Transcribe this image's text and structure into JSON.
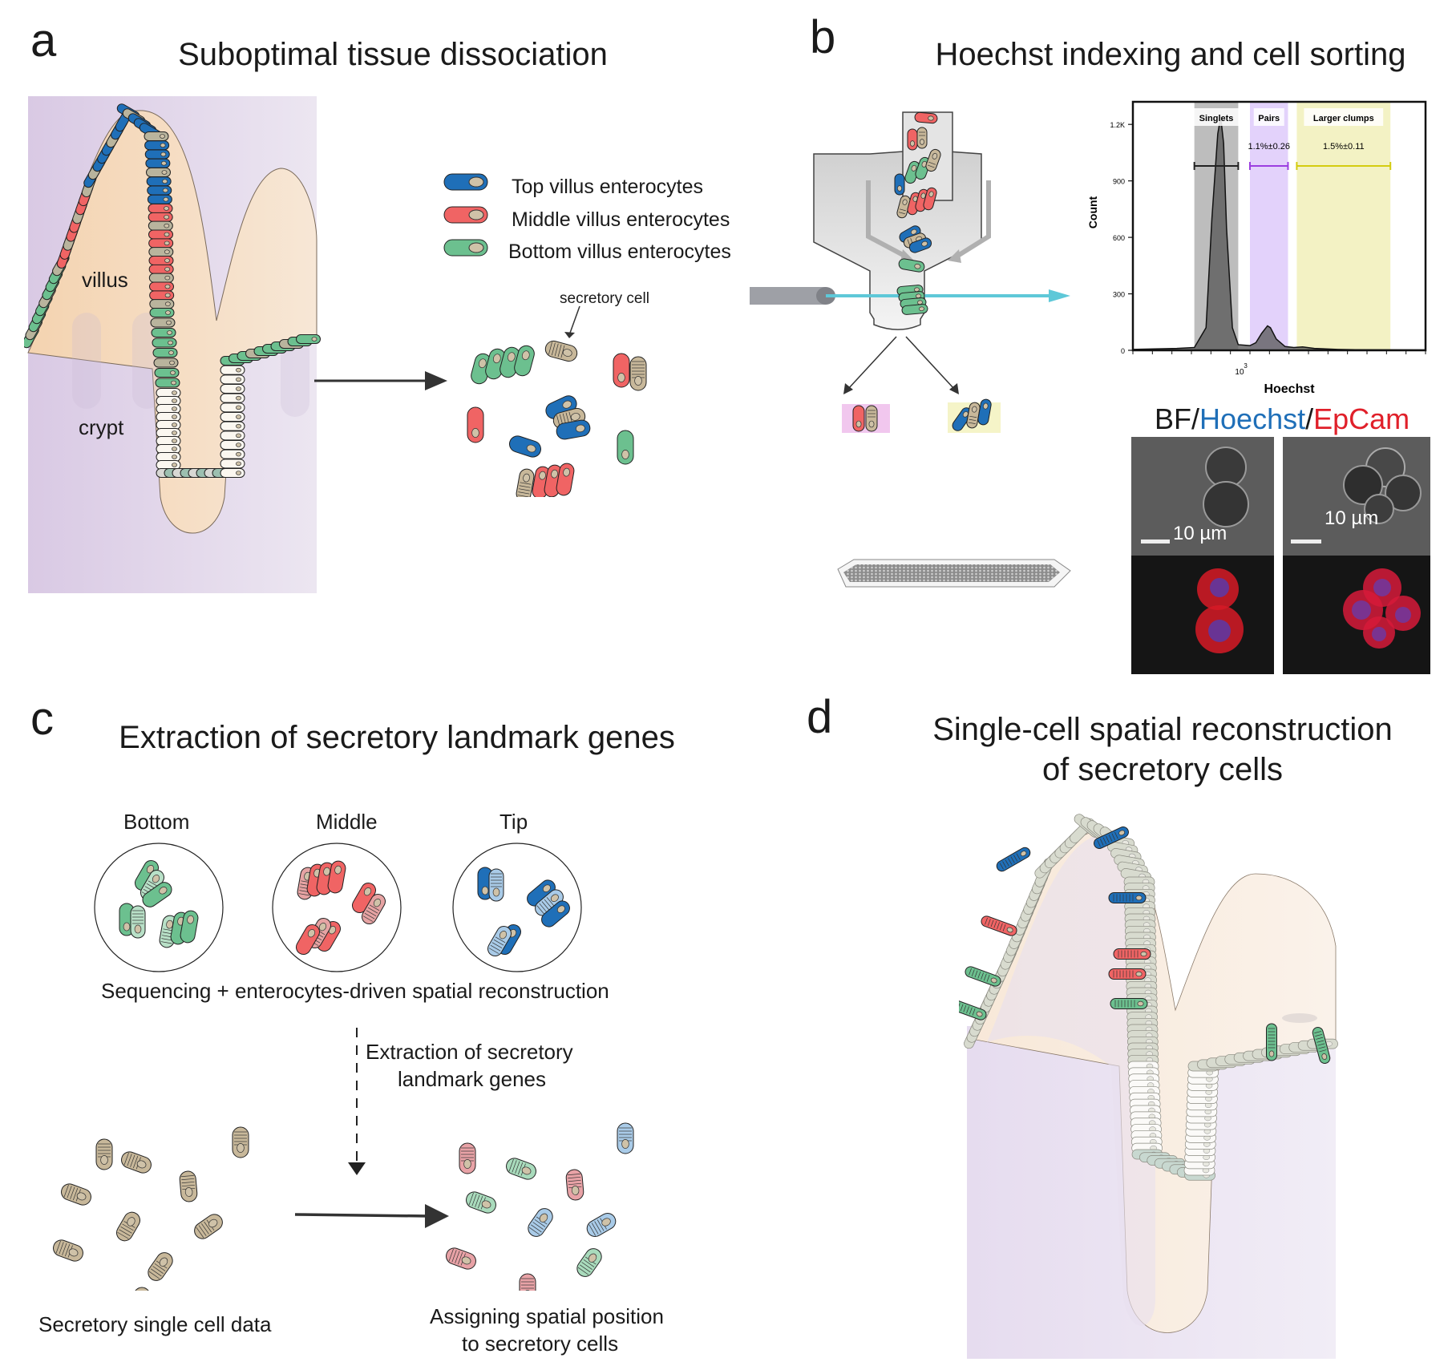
{
  "panels": {
    "a": {
      "letter": "a",
      "title": "Suboptimal tissue dissociation",
      "labels": {
        "villus": "villus",
        "crypt": "crypt",
        "secretory_cell": "secretory cell"
      },
      "legend": [
        {
          "label": "Top villus enterocytes",
          "color": "#1f6fb8"
        },
        {
          "label": "Middle villus enterocytes",
          "color": "#f06464"
        },
        {
          "label": "Bottom villus enterocytes",
          "color": "#6cc08f"
        }
      ]
    },
    "b": {
      "letter": "b",
      "title": "Hoechst indexing and cell sorting",
      "microscopy": {
        "title_parts": [
          {
            "text": "BF",
            "color": "#1a1a1a"
          },
          {
            "text": "/",
            "color": "#1a1a1a"
          },
          {
            "text": "Hoechst",
            "color": "#1f6fb8"
          },
          {
            "text": "/",
            "color": "#1a1a1a"
          },
          {
            "text": "EpCam",
            "color": "#e0202a"
          }
        ],
        "scale_bar_left": "10 µm",
        "scale_bar_right": "10 µm"
      }
    },
    "c": {
      "letter": "c",
      "title": "Extraction of secretory landmark genes",
      "groups": [
        "Bottom",
        "Middle",
        "Tip"
      ],
      "sequencing_caption": "Sequencing + enterocytes-driven spatial reconstruction",
      "extraction_caption_line1": "Extraction of secretory",
      "extraction_caption_line2": "landmark genes",
      "left_caption": "Secretory single cell data",
      "right_caption_line1": "Assigning spatial position",
      "right_caption_line2": "to secretory cells"
    },
    "d": {
      "letter": "d",
      "title_line1": "Single-cell spatial reconstruction",
      "title_line2": "of secretory cells"
    }
  },
  "colors": {
    "top": "#1f6fb8",
    "middle": "#f06464",
    "bottom": "#6cc08f",
    "secretory": "#c8b89a",
    "laser": "#5ec8d8"
  },
  "chart_data": {
    "type": "area",
    "title": "",
    "xlabel": "Hoechst",
    "ylabel": "Count",
    "xscale": "log",
    "x_tick_labels": [
      "10^3"
    ],
    "y_tick_labels": [
      "0",
      "300",
      "600",
      "900",
      "1.2K"
    ],
    "ylim": [
      0,
      1320
    ],
    "x_relative_range": [
      0,
      1
    ],
    "gates": [
      {
        "name": "Singlets",
        "percent_label": "",
        "range_rel": [
          0.21,
          0.36
        ],
        "color": "#bdbdbd"
      },
      {
        "name": "Pairs",
        "percent_label": "1.1%±0.26",
        "range_rel": [
          0.4,
          0.53
        ],
        "color": "#e3d2fb"
      },
      {
        "name": "Larger clumps",
        "percent_label": "1.5%±0.11",
        "range_rel": [
          0.56,
          0.88
        ],
        "color": "#f3f2c4"
      }
    ],
    "series": [
      {
        "name": "Hoechst histogram",
        "x_rel": [
          0.0,
          0.15,
          0.21,
          0.25,
          0.27,
          0.29,
          0.3,
          0.31,
          0.32,
          0.34,
          0.36,
          0.4,
          0.42,
          0.44,
          0.46,
          0.47,
          0.49,
          0.52,
          0.55,
          0.58,
          0.62,
          0.7,
          0.76,
          1.0
        ],
        "y": [
          5,
          10,
          15,
          120,
          700,
          1150,
          1240,
          1100,
          650,
          120,
          30,
          25,
          40,
          90,
          130,
          120,
          60,
          20,
          15,
          18,
          10,
          5,
          3,
          2
        ]
      }
    ]
  }
}
